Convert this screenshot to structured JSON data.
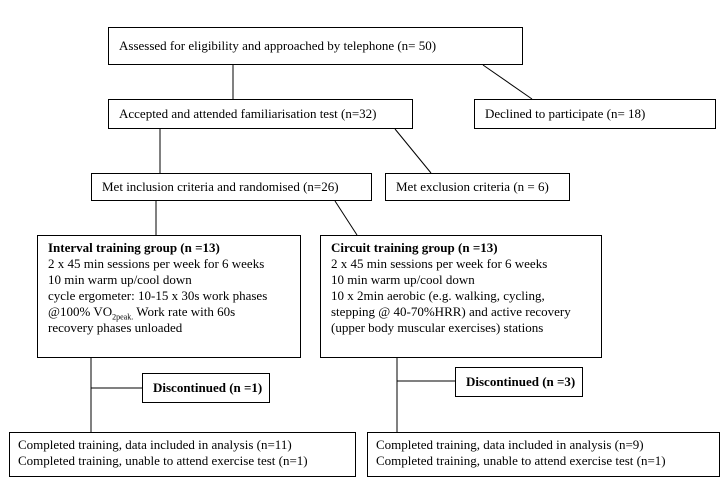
{
  "boxes": {
    "assessed": "Assessed for eligibility and approached by telephone (n= 50)",
    "declined": "Declined  to participate (n= 18)",
    "accepted": "Accepted and attended familiarisation test (n=32)",
    "inclusion": "Met inclusion criteria and randomised (n=26)",
    "exclusion": "Met exclusion criteria (n = 6)",
    "interval": {
      "title": "Interval training group (n =13)",
      "lines": [
        "2 x 45 min sessions per week for 6 weeks",
        "10 min warm up/cool down",
        "cycle ergometer: 10-15 x 30s work phases"
      ],
      "vo2_prefix": "@100% VO",
      "vo2_sub": "2peak.",
      "vo2_suffix": " Work rate with 60s",
      "last_line": "recovery phases unloaded"
    },
    "circuit": {
      "title": "Circuit training group (n =13)",
      "lines": [
        "2 x 45 min sessions per week for 6 weeks",
        "10 min warm up/cool down",
        "10 x 2min aerobic (e.g. walking, cycling,",
        "stepping @ 40-70%HRR) and active recovery",
        "(upper body muscular exercises) stations"
      ]
    },
    "discontinued_left": "Discontinued (n =1)",
    "discontinued_right": "Discontinued (n =3)",
    "completed_left": [
      "Completed training, data included in analysis (n=11)",
      "Completed training, unable to attend exercise test (n=1)"
    ],
    "completed_right": [
      "Completed training, data included in analysis (n=9)",
      "Completed training, unable to attend exercise test (n=1)"
    ]
  }
}
